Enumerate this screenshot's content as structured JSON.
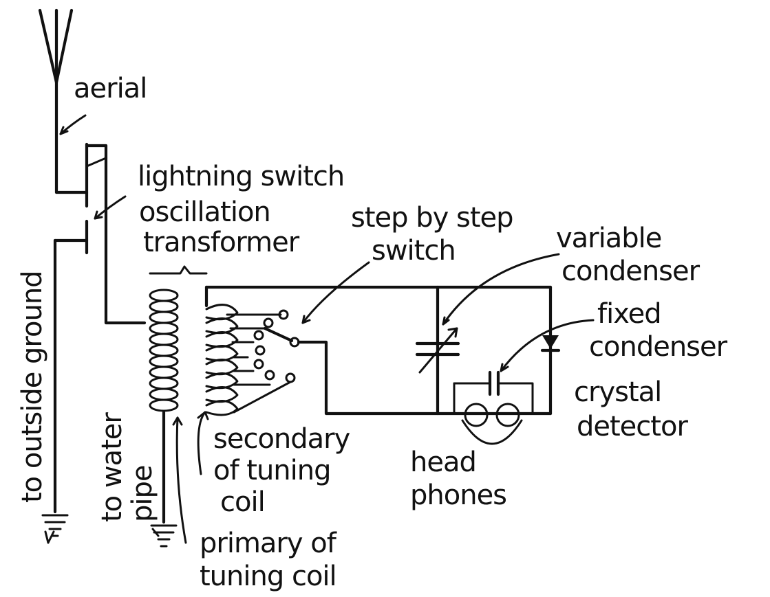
{
  "labels": {
    "aerial": "aerial",
    "lightning_switch": "lightning switch",
    "oscillation": "oscillation",
    "transformer": "transformer",
    "step_by_step": "step by step",
    "switch": "switch",
    "variable": "variable",
    "condenser_1": "condenser",
    "fixed": "fixed",
    "condenser_2": "condenser",
    "crystal": "crystal",
    "detector": "detector",
    "to_outside_ground": "to outside ground",
    "to_water": "to water",
    "pipe": "pipe",
    "secondary_of": "secondary",
    "of_tuning": "of tuning",
    "coil": "coil",
    "head": "head",
    "phones": "phones",
    "primary_of": "primary of",
    "tuning_coil": "tuning coil"
  }
}
